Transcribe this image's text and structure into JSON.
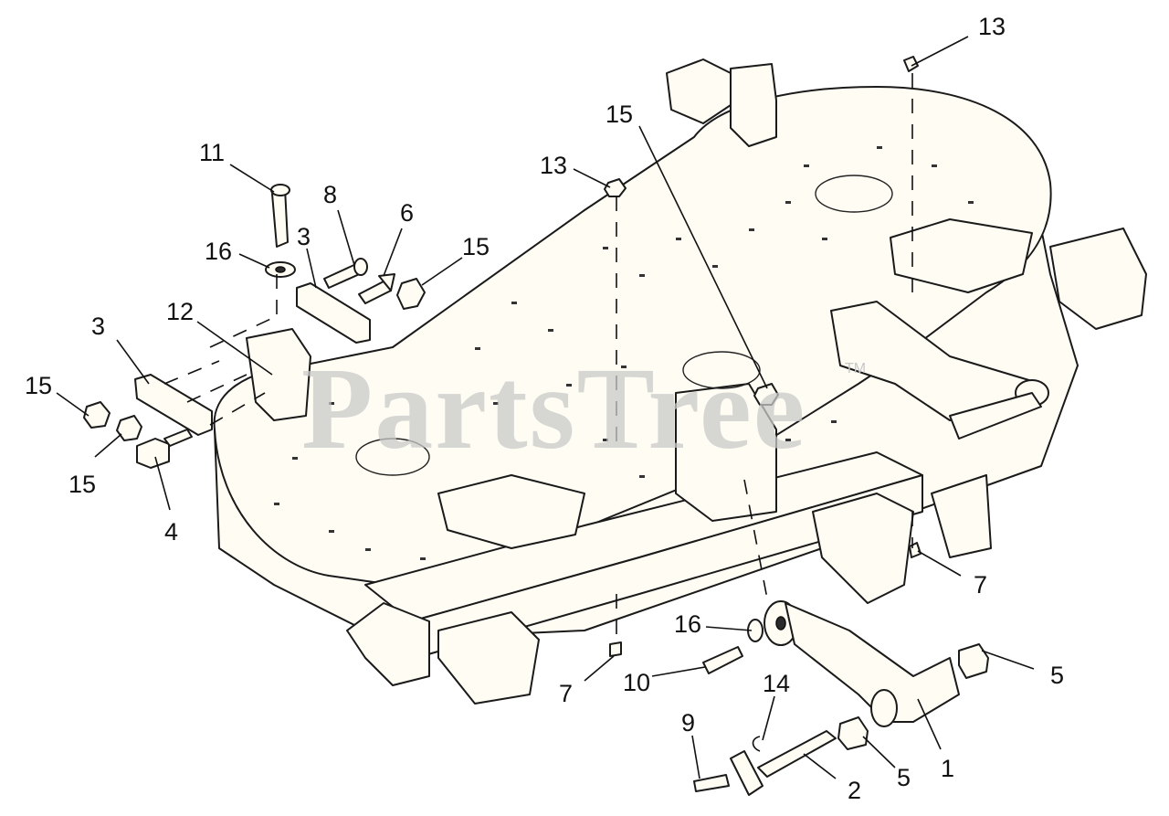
{
  "watermark": {
    "text": "PartsTree",
    "mark": "TM"
  },
  "callouts": {
    "c1": "13",
    "c2": "15",
    "c3": "11",
    "c4": "8",
    "c5": "6",
    "c6": "3",
    "c7": "16",
    "c8": "15",
    "c9": "13",
    "c10": "3",
    "c11": "12",
    "c12": "15",
    "c13": "15",
    "c14": "4",
    "c15": "7",
    "c16": "16",
    "c17": "5",
    "c18": "14",
    "c19": "10",
    "c20": "7",
    "c21": "9",
    "c22": "1",
    "c23": "5",
    "c24": "2"
  }
}
